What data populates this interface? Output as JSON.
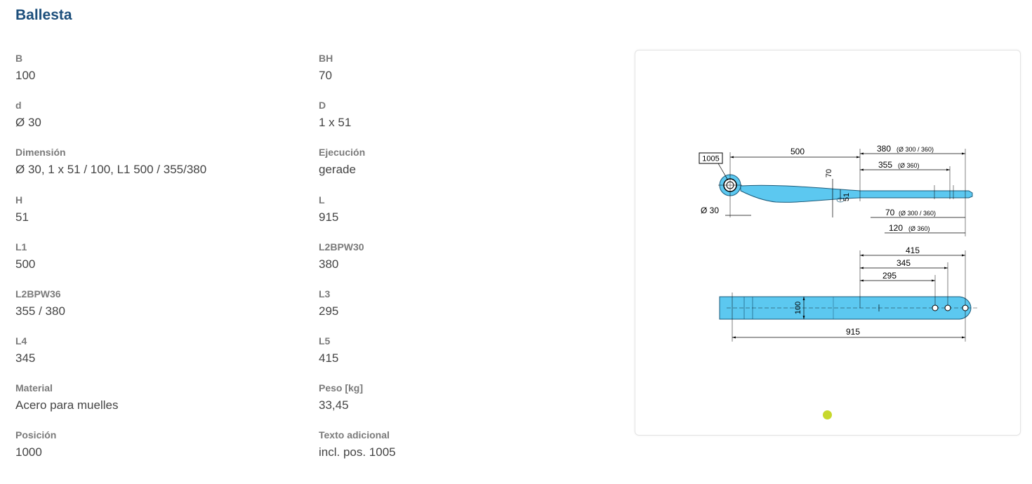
{
  "page": {
    "title": "Ballesta"
  },
  "specs": {
    "left": [
      {
        "label": "B",
        "value": "100"
      },
      {
        "label": "d",
        "value": "Ø 30"
      },
      {
        "label": "Dimensión",
        "value": "Ø 30, 1 x 51 / 100, L1 500 / 355/380"
      },
      {
        "label": "H",
        "value": "51"
      },
      {
        "label": "L1",
        "value": "500"
      },
      {
        "label": "L2BPW36",
        "value": "355 / 380"
      },
      {
        "label": "L4",
        "value": "345"
      },
      {
        "label": "Material",
        "value": "Acero para muelles"
      },
      {
        "label": "Posición",
        "value": "1000"
      }
    ],
    "right": [
      {
        "label": "BH",
        "value": "70"
      },
      {
        "label": "D",
        "value": "1 x 51"
      },
      {
        "label": "Ejecución",
        "value": "gerade"
      },
      {
        "label": "L",
        "value": "915"
      },
      {
        "label": "L2BPW30",
        "value": "380"
      },
      {
        "label": "L3",
        "value": "295"
      },
      {
        "label": "L5",
        "value": "415"
      },
      {
        "label": "Peso [kg]",
        "value": "33,45"
      },
      {
        "label": "Texto adicional",
        "value": "incl. pos. 1005"
      }
    ]
  },
  "drawing": {
    "part_ref": "1005",
    "dim_500": "500",
    "dim_380": "380",
    "dim_380_note": "(Ø 300 / 360)",
    "dim_355": "355",
    "dim_355_note": "(Ø 360)",
    "dim_70_vert": "70",
    "dim_51": "51",
    "dim_d30": "Ø 30",
    "dim_70": "70",
    "dim_70_note": "(Ø 300 / 360)",
    "dim_120": "120",
    "dim_120_note": "(Ø 360)",
    "dim_415": "415",
    "dim_345": "345",
    "dim_295": "295",
    "dim_100": "100",
    "dim_915": "915"
  },
  "carousel": {
    "active_dot_color": "#c7d82c"
  },
  "colors": {
    "title": "#1d4f7c",
    "spring": "#5cc8f0"
  }
}
